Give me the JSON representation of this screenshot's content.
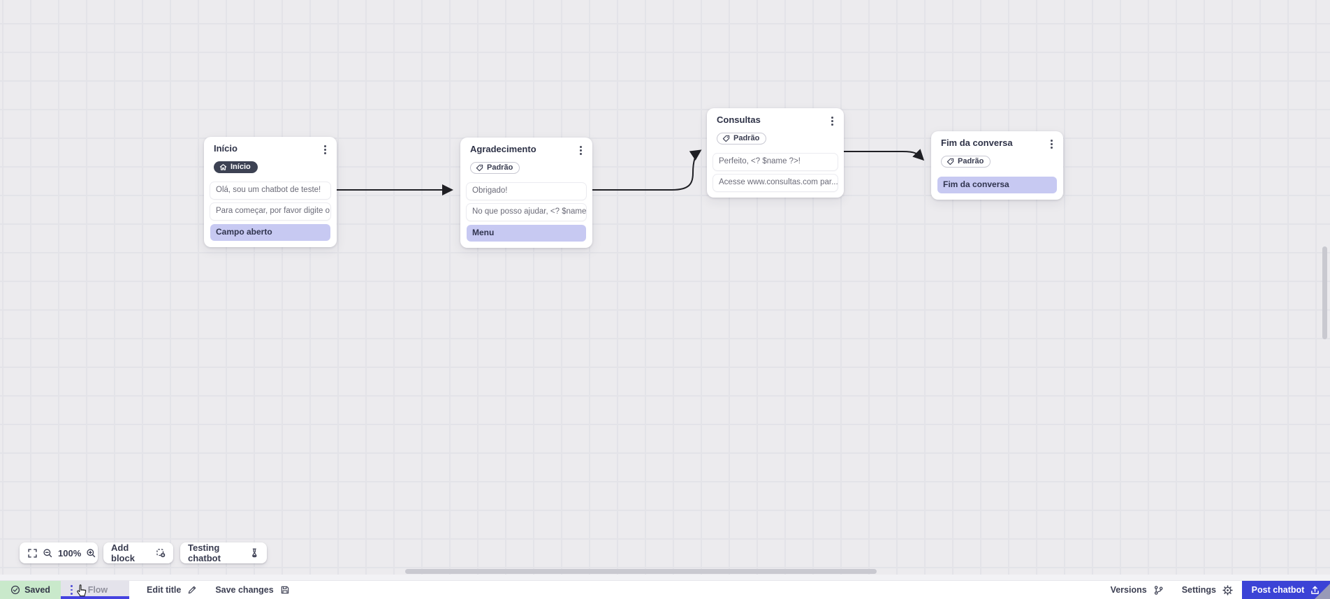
{
  "colors": {
    "accent_blue": "#3b43d6",
    "action_purple": "#c7c9f2",
    "saved_green": "#c9e9cb",
    "wire": "#1f1f24"
  },
  "canvas": {
    "nodes": [
      {
        "title": "Início",
        "badge": "Início",
        "badge_icon": "home-icon",
        "items": [
          "Olá, sou um chatbot de teste!",
          "Para começar, por favor digite o ...",
          "Campo aberto"
        ]
      },
      {
        "title": "Agradecimento",
        "badge": "Padrão",
        "badge_icon": "tag-icon",
        "items": [
          "Obrigado!",
          "No que posso ajudar, <? $name ...",
          "Menu"
        ]
      },
      {
        "title": "Consultas",
        "badge": "Padrão",
        "badge_icon": "tag-icon",
        "items": [
          "Perfeito, <? $name ?>!",
          "Acesse www.consultas.com par..."
        ]
      },
      {
        "title": "Fim da conversa",
        "badge": "Padrão",
        "badge_icon": "tag-icon",
        "items": [
          "Fim da conversa"
        ]
      }
    ]
  },
  "toolbar": {
    "zoom_level": "100%",
    "add_block": "Add block",
    "testing_chatbot": "Testing chatbot"
  },
  "statusbar": {
    "saved": "Saved",
    "flow_tab": "Flow",
    "edit_title": "Edit title",
    "save_changes": "Save changes",
    "versions": "Versions",
    "settings": "Settings",
    "post_chatbot": "Post chatbot"
  }
}
